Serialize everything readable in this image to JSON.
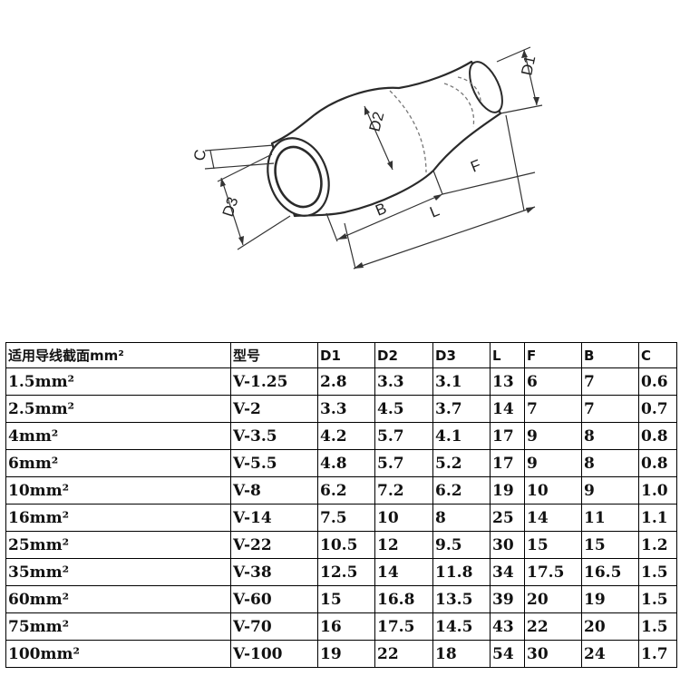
{
  "diagram": {
    "labels": {
      "d1": "D1",
      "d2": "D2",
      "d3": "D3",
      "c": "C",
      "b": "B",
      "f": "F",
      "l": "L"
    }
  },
  "table": {
    "headers": [
      "适用导线截面mm²",
      "型号",
      "D1",
      "D2",
      "D3",
      "L",
      "F",
      "B",
      "C"
    ],
    "rows": [
      [
        "1.5mm²",
        "V-1.25",
        "2.8",
        "3.3",
        "3.1",
        "13",
        "6",
        "7",
        "0.6"
      ],
      [
        "2.5mm²",
        "V-2",
        "3.3",
        "4.5",
        "3.7",
        "14",
        "7",
        "7",
        "0.7"
      ],
      [
        "4mm²",
        "V-3.5",
        "4.2",
        "5.7",
        "4.1",
        "17",
        "9",
        "8",
        "0.8"
      ],
      [
        "6mm²",
        "V-5.5",
        "4.8",
        "5.7",
        "5.2",
        "17",
        "9",
        "8",
        "0.8"
      ],
      [
        "10mm²",
        "V-8",
        "6.2",
        "7.2",
        "6.2",
        "19",
        "10",
        "9",
        "1.0"
      ],
      [
        "16mm²",
        "V-14",
        "7.5",
        "10",
        "8",
        "25",
        "14",
        "11",
        "1.1"
      ],
      [
        "25mm²",
        "V-22",
        "10.5",
        "12",
        "9.5",
        "30",
        "15",
        "15",
        "1.2"
      ],
      [
        "35mm²",
        "V-38",
        "12.5",
        "14",
        "11.8",
        "34",
        "17.5",
        "16.5",
        "1.5"
      ],
      [
        "60mm²",
        "V-60",
        "15",
        "16.8",
        "13.5",
        "39",
        "20",
        "19",
        "1.5"
      ],
      [
        "75mm²",
        "V-70",
        "16",
        "17.5",
        "14.5",
        "43",
        "22",
        "20",
        "1.5"
      ],
      [
        "100mm²",
        "V-100",
        "19",
        "22",
        "18",
        "54",
        "30",
        "24",
        "1.7"
      ]
    ]
  }
}
